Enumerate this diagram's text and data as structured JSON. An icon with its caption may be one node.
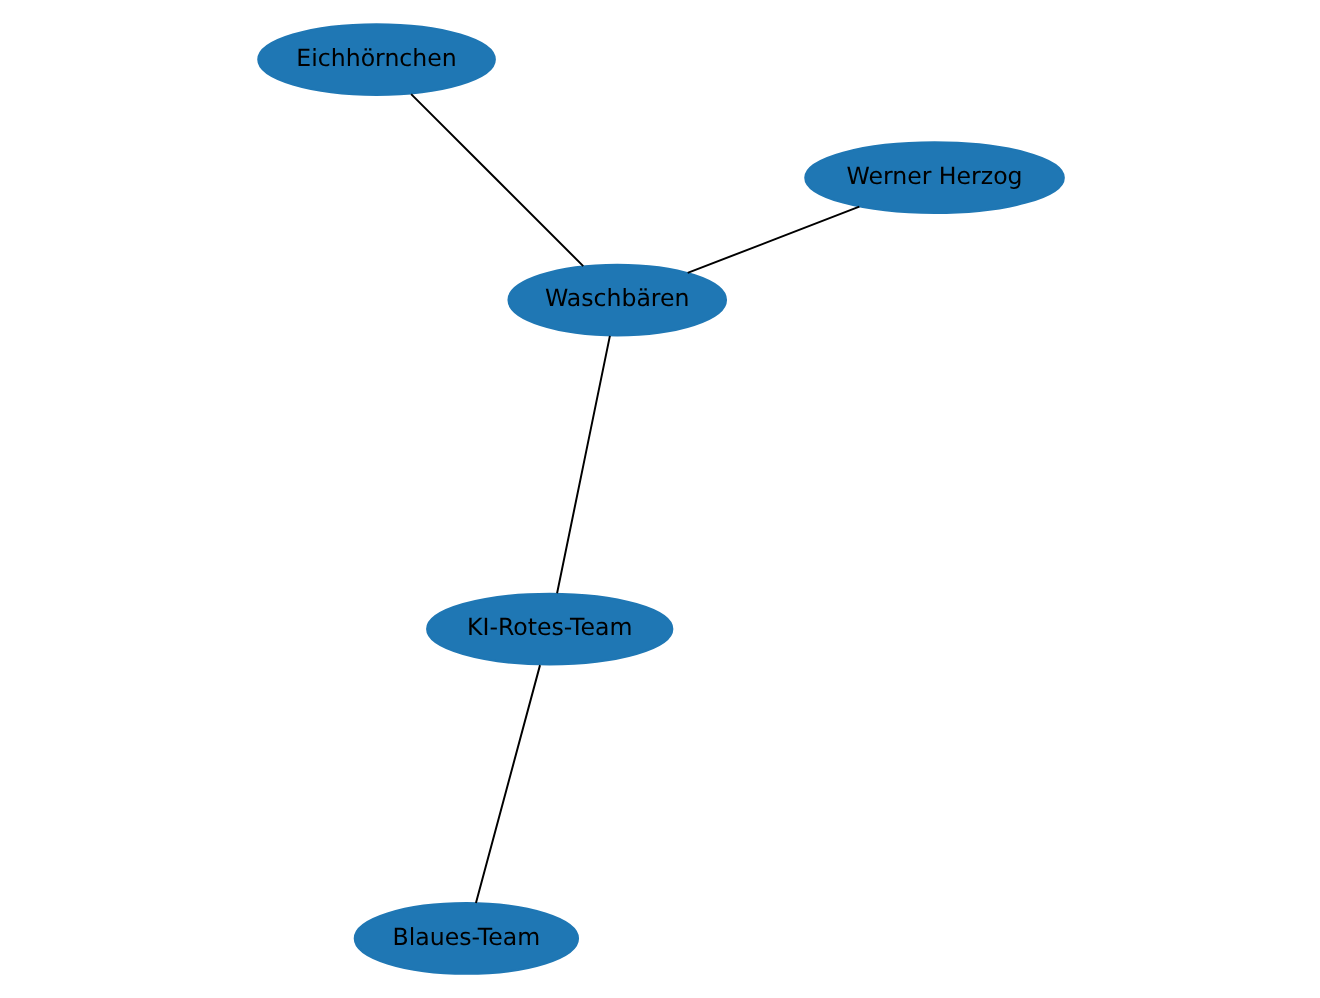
{
  "diagram": {
    "nodes": [
      {
        "text": [
          "Blaues-Team"
        ]
      },
      {
        "text": [
          "KI-Rotes-Team"
        ]
      },
      {
        "text": [
          "Waschbären"
        ]
      },
      {
        "text": [
          "Eichhörnchen"
        ]
      },
      {
        "text": [
          "Werner Herzog"
        ]
      }
    ],
    "edges": [
      {
        "from": 0,
        "to": 1,
        "arrow": "none"
      },
      {
        "from": 1,
        "to": 2,
        "arrow": "none"
      },
      {
        "from": 2,
        "to": 3,
        "arrow": "none"
      },
      {
        "from": 2,
        "to": 4,
        "arrow": "none"
      }
    ]
  }
}
